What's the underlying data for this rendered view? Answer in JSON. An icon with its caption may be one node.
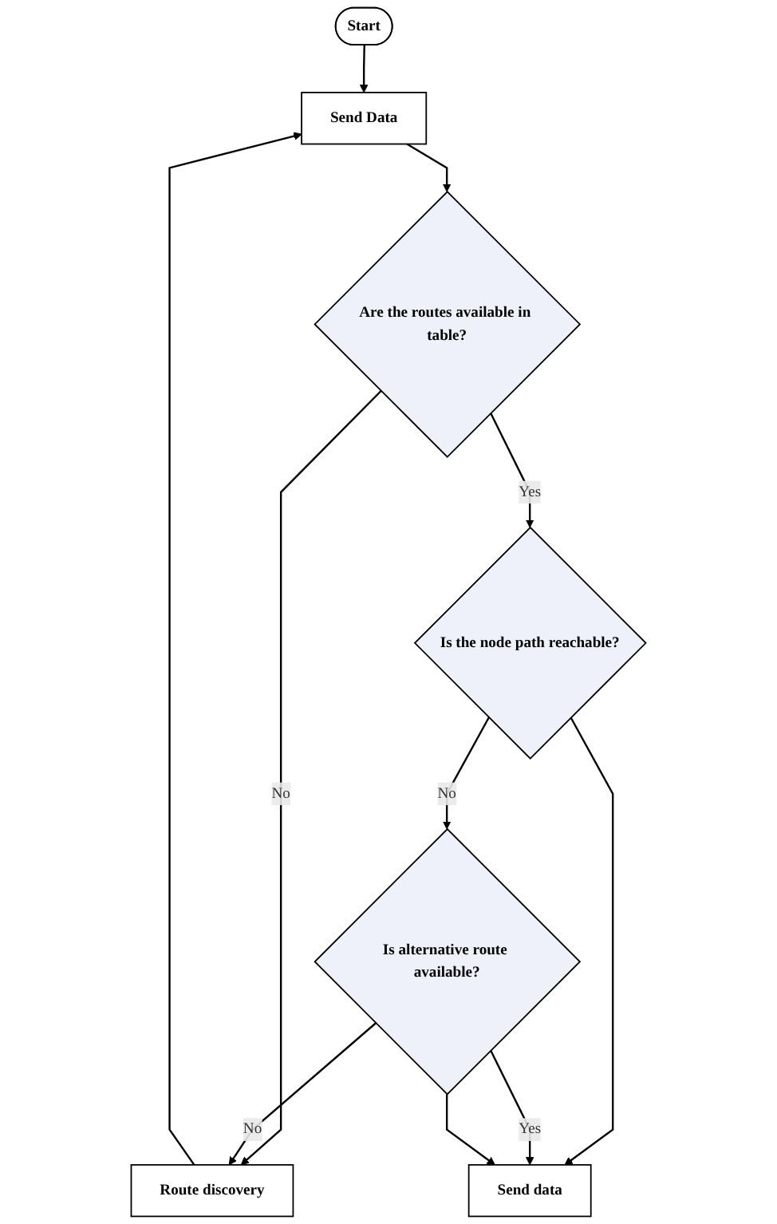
{
  "diagram": {
    "nodes": [
      {
        "text": [
          "Start"
        ]
      },
      {
        "text": [
          "Send Data"
        ]
      },
      {
        "text": [
          "Are the routes available in table?"
        ]
      },
      {
        "text": [
          "Route discovery"
        ]
      },
      {
        "text": [
          "Is the node path reachable?"
        ]
      },
      {
        "text": [
          "Is alternative route available?"
        ]
      },
      {
        "text": [
          "Send data"
        ]
      }
    ],
    "edges": [
      {
        "from": 0,
        "to": 1,
        "arrow": "to"
      },
      {
        "from": 1,
        "to": 2,
        "arrow": "to"
      },
      {
        "from": 2,
        "to": 3,
        "arrow": "to",
        "label": "No"
      },
      {
        "from": 3,
        "to": 1,
        "arrow": "to"
      },
      {
        "from": 2,
        "to": 4,
        "arrow": "to",
        "label": "Yes"
      },
      {
        "from": 4,
        "to": 5,
        "arrow": "to",
        "label": "No"
      },
      {
        "from": 4,
        "to": 6,
        "arrow": "to"
      },
      {
        "from": 5,
        "to": 3,
        "arrow": "to",
        "label": "No"
      },
      {
        "from": 5,
        "to": 6,
        "arrow": "to",
        "label": "Yes"
      },
      {
        "from": 5,
        "to": 6,
        "arrow": "to"
      }
    ]
  }
}
